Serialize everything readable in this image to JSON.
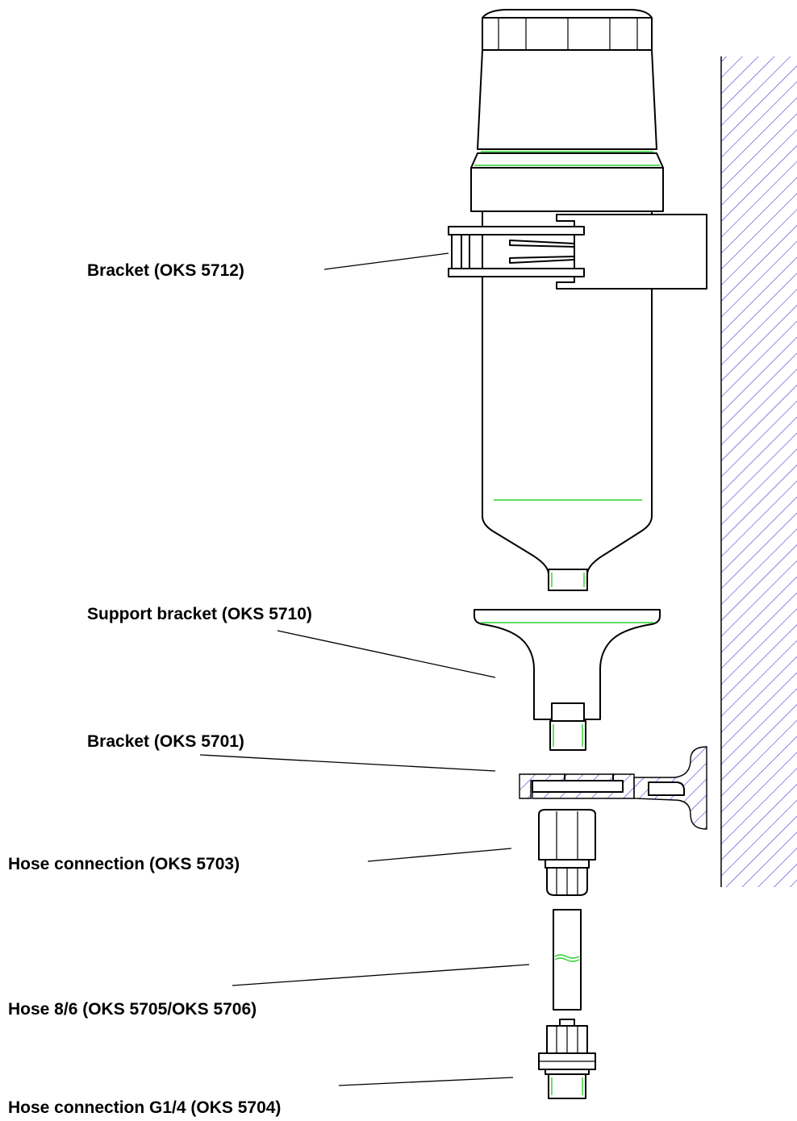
{
  "diagram": {
    "labels": {
      "bracket_5712": "Bracket (OKS 5712)",
      "support_bracket_5710": "Support bracket (OKS 5710)",
      "bracket_5701": "Bracket (OKS 5701)",
      "hose_connection_5703": "Hose connection (OKS 5703)",
      "hose_5705_5706": "Hose 8/6 (OKS 5705/OKS 5706)",
      "hose_connection_g14_5704": "Hose connection G1/4 (OKS 5704)"
    },
    "colors": {
      "outline": "#000000",
      "accent_line": "#2bd12b",
      "hatch": "#2d2dd6",
      "background": "#ffffff"
    }
  }
}
